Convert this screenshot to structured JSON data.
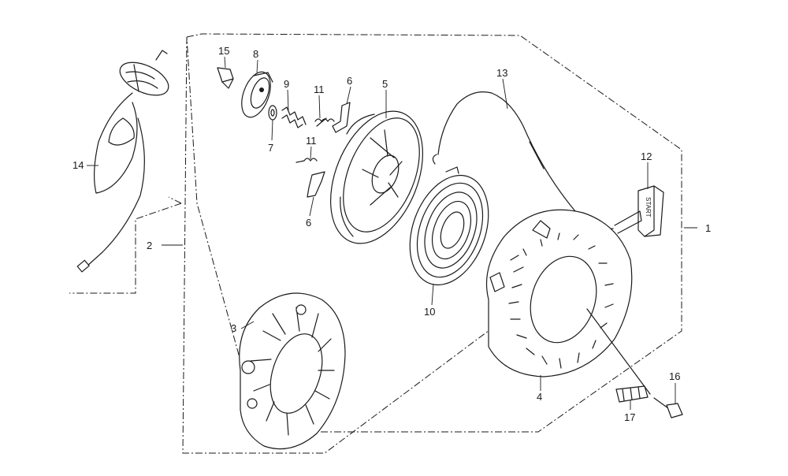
{
  "diagram": {
    "callouts": [
      {
        "id": "c1",
        "text": "1"
      },
      {
        "id": "c2",
        "text": "2"
      },
      {
        "id": "c3",
        "text": "3"
      },
      {
        "id": "c4",
        "text": "4"
      },
      {
        "id": "c5",
        "text": "5"
      },
      {
        "id": "c6a",
        "text": "6"
      },
      {
        "id": "c6b",
        "text": "6"
      },
      {
        "id": "c7",
        "text": "7"
      },
      {
        "id": "c8",
        "text": "8"
      },
      {
        "id": "c9",
        "text": "9"
      },
      {
        "id": "c10",
        "text": "10"
      },
      {
        "id": "c11a",
        "text": "11"
      },
      {
        "id": "c11b",
        "text": "11"
      },
      {
        "id": "c12",
        "text": "12"
      },
      {
        "id": "c13",
        "text": "13"
      },
      {
        "id": "c14",
        "text": "14"
      },
      {
        "id": "c15",
        "text": "15"
      },
      {
        "id": "c16",
        "text": "16"
      },
      {
        "id": "c17",
        "text": "17"
      }
    ],
    "grip_stamp": "START"
  },
  "colors": {
    "ink": "#1a1a1a",
    "paper": "#ffffff"
  }
}
